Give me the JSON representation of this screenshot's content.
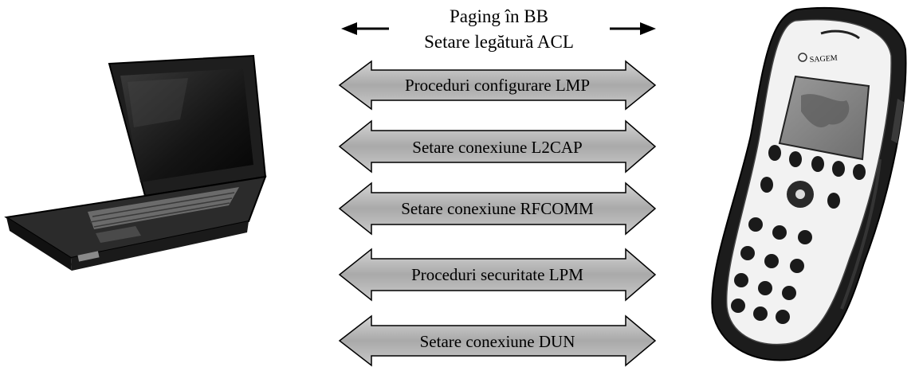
{
  "diagram": {
    "header": {
      "line1": "Paging în BB",
      "line2": "Setare legătură ACL"
    },
    "steps": [
      {
        "label": "Proceduri configurare LMP"
      },
      {
        "label": "Setare conexiune L2CAP"
      },
      {
        "label": "Setare conexiune RFCOMM"
      },
      {
        "label": "Proceduri securitate LPM"
      },
      {
        "label": "Setare conexiune DUN"
      }
    ],
    "phone_brand": "SAGEM"
  }
}
